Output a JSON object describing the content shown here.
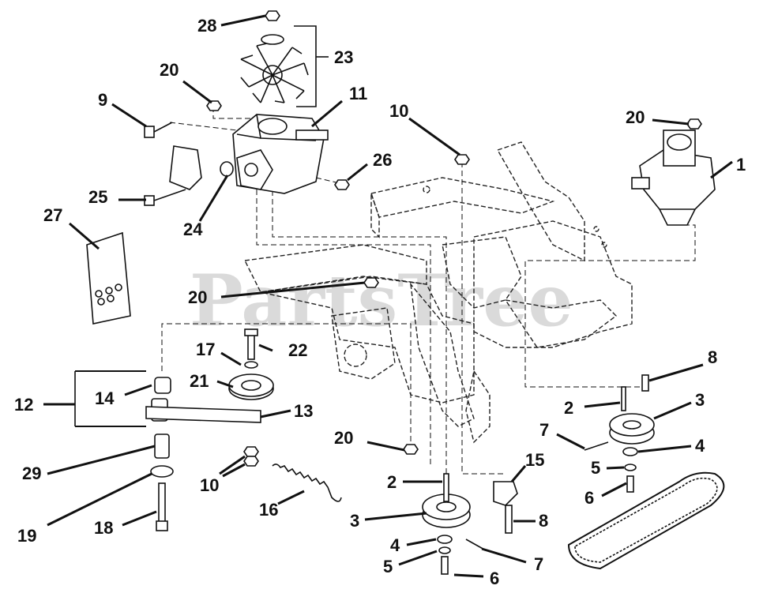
{
  "watermark": "PartsTree",
  "callouts": [
    "1",
    "2",
    "2",
    "3",
    "3",
    "4",
    "4",
    "5",
    "5",
    "6",
    "6",
    "7",
    "7",
    "8",
    "8",
    "9",
    "10",
    "10",
    "11",
    "12",
    "13",
    "14",
    "15",
    "16",
    "17",
    "18",
    "19",
    "20",
    "20",
    "20",
    "20",
    "21",
    "22",
    "23",
    "24",
    "25",
    "26",
    "27",
    "28",
    "29"
  ]
}
